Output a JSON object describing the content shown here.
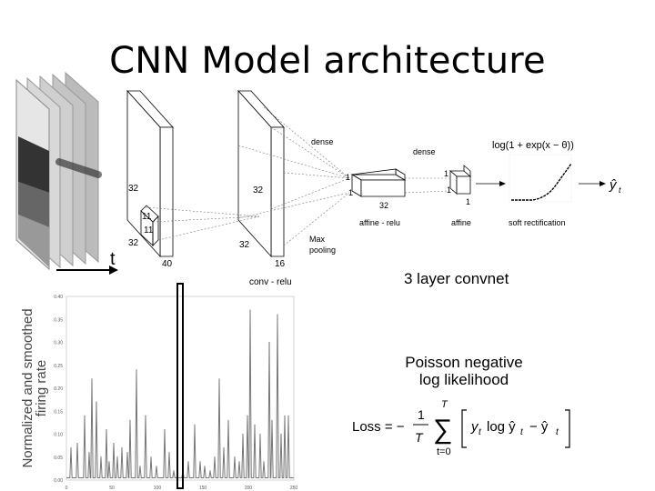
{
  "title": "CNN Model architecture",
  "subtitle": "3 layer convnet",
  "time_label": "t",
  "layers": {
    "input": {
      "height": "32",
      "width": "32",
      "kernel_a": "11",
      "kernel_b": "11"
    },
    "conv": {
      "height": "32",
      "width": "32",
      "depth": "40",
      "label": "conv - relu"
    },
    "pool": {
      "height": "32",
      "depth": "16",
      "label": "Max pooling"
    },
    "dense1": {
      "label": "dense",
      "in_a": "1",
      "in_b": "1",
      "units": "32",
      "name": "affine - relu"
    },
    "dense2": {
      "label": "dense",
      "in_a": "1",
      "in_b": "1",
      "units": "1",
      "name": "affine"
    },
    "rect": {
      "formula": "log(1 + exp(x − θ))",
      "name": "soft rectification"
    },
    "output": {
      "symbol": "ŷ",
      "sub": "t"
    }
  },
  "loss": {
    "title": "Poisson negative log likelihood",
    "title_line1": "Poisson negative",
    "title_line2": "log likelihood",
    "lhs": "Loss = −",
    "frac_num": "1",
    "frac_den": "T",
    "sum_top": "T",
    "sum_bottom": "t=0",
    "body": "y",
    "body_sub": "t",
    "log": "log ŷ",
    "minus": "− ŷ"
  },
  "chart_data": {
    "type": "line",
    "title": "",
    "xlabel": "",
    "ylabel": "Normalized and smoothed firing rate",
    "xlim": [
      0,
      250
    ],
    "ylim": [
      0,
      0.4
    ],
    "x_ticks": [
      "0",
      "50",
      "100",
      "150",
      "200",
      "250"
    ],
    "y_ticks": [
      "0.00",
      "0.05",
      "0.10",
      "0.15",
      "0.20",
      "0.25",
      "0.30",
      "0.35",
      "0.40"
    ],
    "highlight_x": 125,
    "peaks": [
      {
        "x": 5,
        "y": 0.07
      },
      {
        "x": 12,
        "y": 0.08
      },
      {
        "x": 20,
        "y": 0.14
      },
      {
        "x": 25,
        "y": 0.06
      },
      {
        "x": 28,
        "y": 0.22
      },
      {
        "x": 33,
        "y": 0.17
      },
      {
        "x": 38,
        "y": 0.05
      },
      {
        "x": 44,
        "y": 0.11
      },
      {
        "x": 47,
        "y": 0.04
      },
      {
        "x": 52,
        "y": 0.08
      },
      {
        "x": 56,
        "y": 0.05
      },
      {
        "x": 61,
        "y": 0.07
      },
      {
        "x": 67,
        "y": 0.06
      },
      {
        "x": 70,
        "y": 0.13
      },
      {
        "x": 77,
        "y": 0.24
      },
      {
        "x": 81,
        "y": 0.03
      },
      {
        "x": 87,
        "y": 0.14
      },
      {
        "x": 93,
        "y": 0.05
      },
      {
        "x": 99,
        "y": 0.03
      },
      {
        "x": 108,
        "y": 0.11
      },
      {
        "x": 113,
        "y": 0.06
      },
      {
        "x": 118,
        "y": 0.02
      },
      {
        "x": 128,
        "y": 0.02
      },
      {
        "x": 134,
        "y": 0.04
      },
      {
        "x": 141,
        "y": 0.12
      },
      {
        "x": 147,
        "y": 0.04
      },
      {
        "x": 152,
        "y": 0.03
      },
      {
        "x": 158,
        "y": 0.02
      },
      {
        "x": 163,
        "y": 0.05
      },
      {
        "x": 168,
        "y": 0.22
      },
      {
        "x": 173,
        "y": 0.07
      },
      {
        "x": 178,
        "y": 0.13
      },
      {
        "x": 185,
        "y": 0.05
      },
      {
        "x": 190,
        "y": 0.04
      },
      {
        "x": 194,
        "y": 0.1
      },
      {
        "x": 199,
        "y": 0.14
      },
      {
        "x": 202,
        "y": 0.37
      },
      {
        "x": 207,
        "y": 0.12
      },
      {
        "x": 213,
        "y": 0.1
      },
      {
        "x": 217,
        "y": 0.04
      },
      {
        "x": 223,
        "y": 0.3
      },
      {
        "x": 226,
        "y": 0.13
      },
      {
        "x": 232,
        "y": 0.36
      },
      {
        "x": 236,
        "y": 0.1
      },
      {
        "x": 240,
        "y": 0.14
      },
      {
        "x": 244,
        "y": 0.14
      }
    ]
  }
}
